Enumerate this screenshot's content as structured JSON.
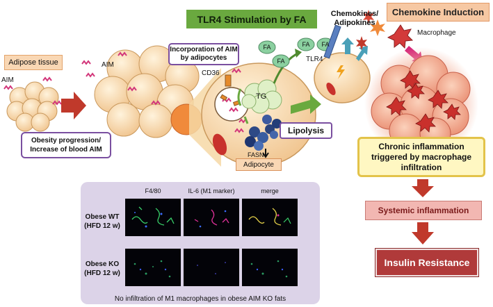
{
  "labels": {
    "adipose_tissue": "Adipose tissue",
    "aim_left": "AIM",
    "aim_cluster": "AIM",
    "incorporation": "Incorporation of AIM by adipocytes",
    "cd36": "CD36",
    "tg": "TG",
    "fasn": "FASN",
    "lipolysis": "Lipolysis",
    "adipocyte": "Adipocyte",
    "obesity": "Obesity progression/ Increase of blood AIM",
    "tlr4_title": "TLR4 Stimulation by FA",
    "fa": "FA",
    "tlr4": "TLR4",
    "chemokines": "Chemokines/ Adipokines",
    "chemokine_induction": "Chemokine Induction",
    "macrophage": "Macrophage",
    "chronic": "Chronic inflammation triggered by macrophage infiltration",
    "systemic": "Systemic inflammation",
    "insulin": "Insulin Resistance"
  },
  "panel": {
    "columns": [
      "F4/80",
      "IL-6 (M1 marker)",
      "merge"
    ],
    "rows": [
      "Obese WT (HFD 12 w)",
      "Obese KO (HFD 12 w)"
    ],
    "caption": "No infiltration of M1 macrophages in obese AIM KO fats"
  },
  "colors": {
    "green_title": "#6aa93f",
    "arrow_red": "#c0392b",
    "insulin": "#b03a3a",
    "cell_fill": "#f7d7aa"
  }
}
